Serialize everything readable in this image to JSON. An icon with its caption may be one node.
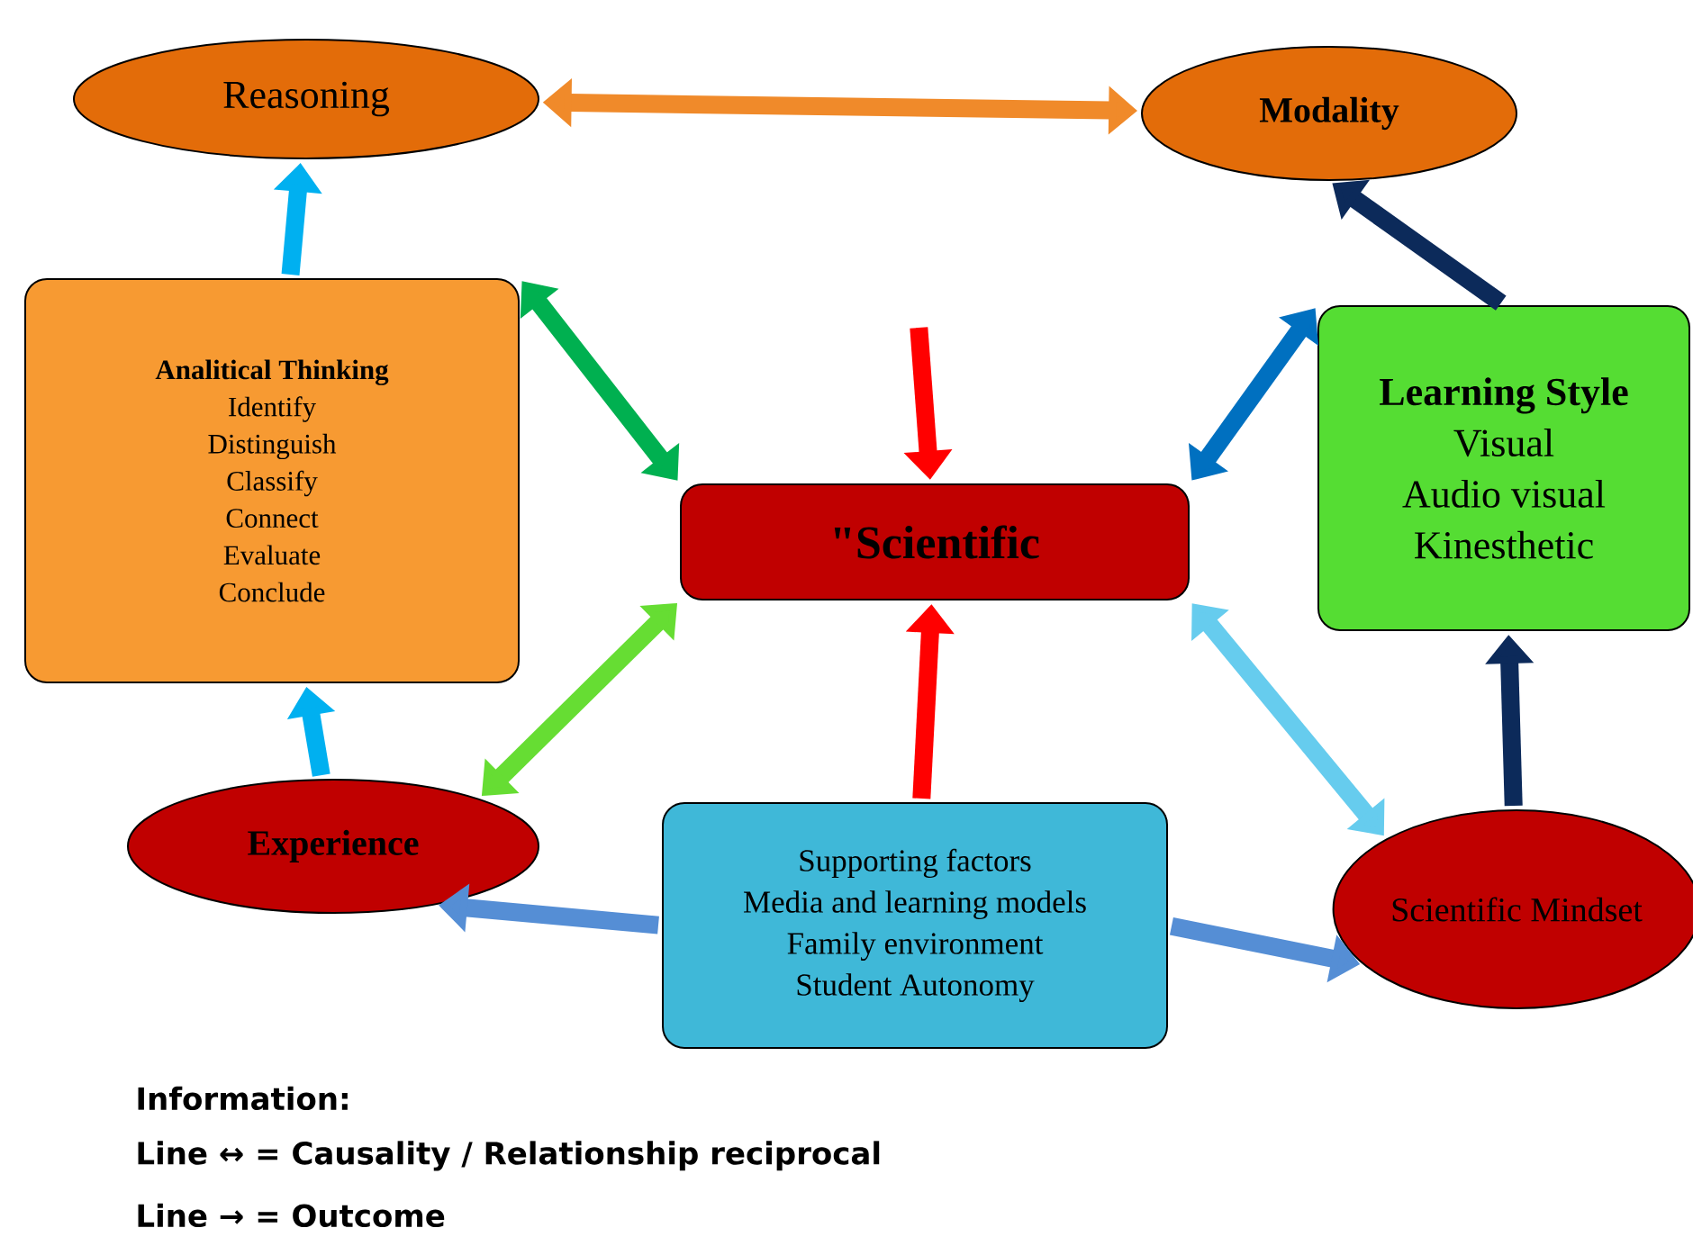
{
  "diagram": {
    "nodes": [
      {
        "text": [
          "Reasoning"
        ]
      },
      {
        "text": [
          "Modality"
        ]
      },
      {
        "text": [
          "Analitical Thinking",
          "Identify",
          "Distinguish",
          "Classify",
          "Connect",
          "Evaluate",
          "Conclude"
        ]
      },
      {
        "text": [
          "\"Scientific"
        ]
      },
      {
        "text": [
          "Learning Style",
          "Visual",
          "Audio visual",
          "Kinesthetic"
        ]
      },
      {
        "text": [
          "Experience"
        ]
      },
      {
        "text": [
          "Supporting factors",
          "Media and learning models",
          "Family environment",
          "Student Autonomy"
        ]
      },
      {
        "text": [
          "Scientific Mindset"
        ]
      }
    ],
    "edges": [
      {
        "from": 2,
        "to": 0,
        "arrow": "to",
        "color": "#00b0f0"
      },
      {
        "from": 0,
        "to": 1,
        "arrow": "both",
        "color": "#f08a2a"
      },
      {
        "from": 4,
        "to": 1,
        "arrow": "to",
        "color": "#0c2a5a"
      },
      {
        "from": 2,
        "to": 3,
        "arrow": "both",
        "color": "#00b050"
      },
      {
        "from": null,
        "to": 3,
        "arrow": "to",
        "color": "#ff0000"
      },
      {
        "from": 3,
        "to": 4,
        "arrow": "both",
        "color": "#0070c0"
      },
      {
        "from": 5,
        "to": 3,
        "arrow": "both",
        "color": "#66dd33"
      },
      {
        "from": 6,
        "to": 3,
        "arrow": "to",
        "color": "#ff0000"
      },
      {
        "from": 3,
        "to": 7,
        "arrow": "both",
        "color": "#66ccee"
      },
      {
        "from": 5,
        "to": 2,
        "arrow": "to",
        "color": "#00b0f0"
      },
      {
        "from": 7,
        "to": 4,
        "arrow": "to",
        "color": "#0c2a5a"
      },
      {
        "from": 6,
        "to": 5,
        "arrow": "to",
        "color": "#558ed5"
      },
      {
        "from": 6,
        "to": 7,
        "arrow": "to",
        "color": "#558ed5"
      }
    ],
    "labels": [
      "Information:",
      "Line ↔ = Causality / Relationship reciprocal",
      "Line → = Outcome"
    ]
  }
}
